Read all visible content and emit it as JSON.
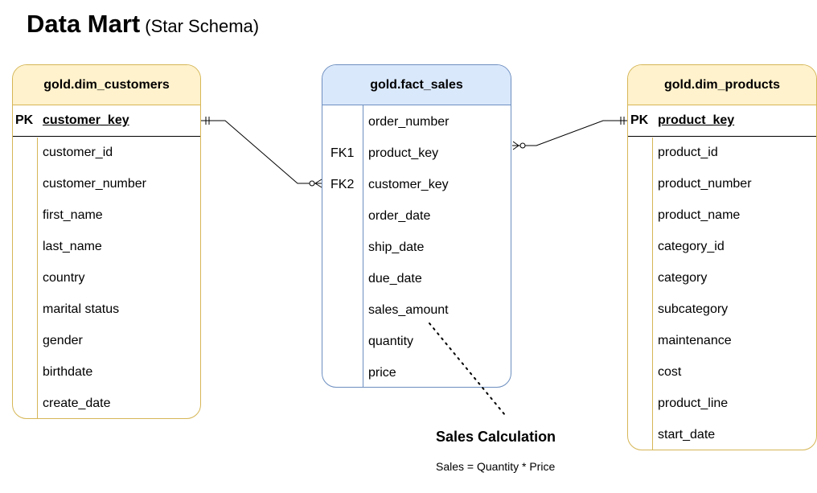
{
  "title": "Data Mart",
  "subtitle": "(Star Schema)",
  "entities": {
    "dim_customers": {
      "name": "gold.dim_customers",
      "pk_label": "PK",
      "pk_field": "customer_key",
      "fields": [
        "customer_id",
        "customer_number",
        "first_name",
        "last_name",
        "country",
        "marital status",
        "gender",
        "birthdate",
        "create_date"
      ]
    },
    "fact_sales": {
      "name": "gold.fact_sales",
      "rows": [
        {
          "key": "",
          "field": "order_number"
        },
        {
          "key": "FK1",
          "field": "product_key"
        },
        {
          "key": "FK2",
          "field": "customer_key"
        },
        {
          "key": "",
          "field": "order_date"
        },
        {
          "key": "",
          "field": "ship_date"
        },
        {
          "key": "",
          "field": "due_date"
        },
        {
          "key": "",
          "field": "sales_amount"
        },
        {
          "key": "",
          "field": "quantity"
        },
        {
          "key": "",
          "field": "price"
        }
      ]
    },
    "dim_products": {
      "name": "gold.dim_products",
      "pk_label": "PK",
      "pk_field": "product_key",
      "fields": [
        "product_id",
        "product_number",
        "product_name",
        "category_id",
        "category",
        "subcategory",
        "maintenance",
        "cost",
        "product_line",
        "start_date"
      ]
    }
  },
  "note": {
    "title": "Sales Calculation",
    "body": "Sales = Quantity * Price"
  },
  "colors": {
    "dim_border": "#d6b656",
    "dim_header": "#fff2cc",
    "fact_border": "#6c8ebf",
    "fact_header": "#dae8fc"
  }
}
